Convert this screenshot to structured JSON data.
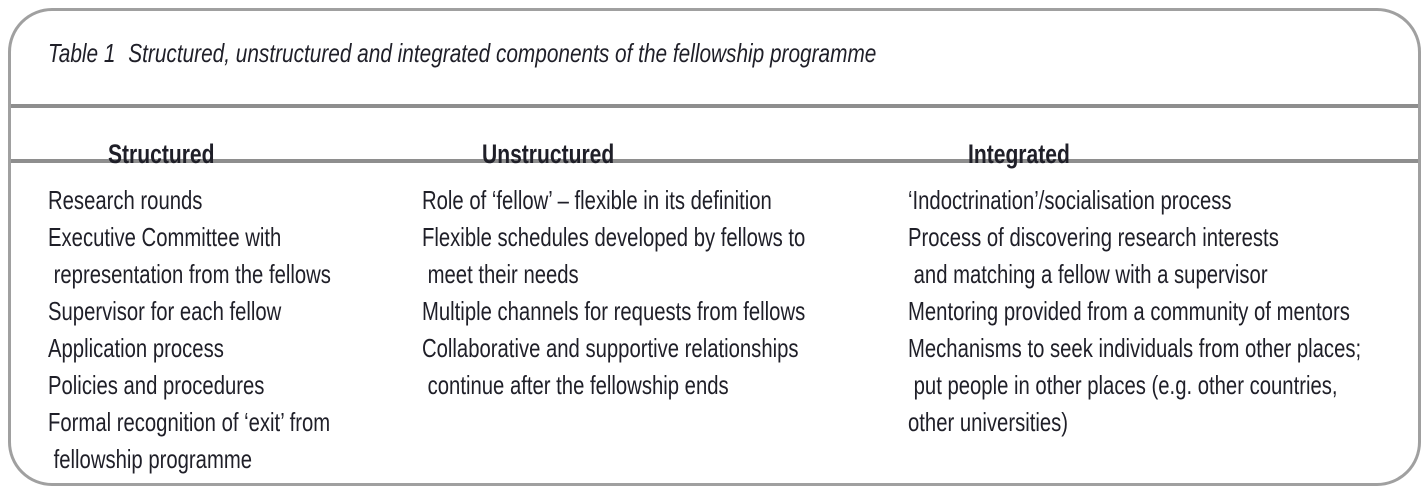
{
  "colors": {
    "text": "#1f1f28",
    "border": "#a0a0a0",
    "rule": "#8e8e8e",
    "background": "#ffffff"
  },
  "table": {
    "title_label": "Table 1",
    "title_text": "Structured, unstructured and integrated components of the fellowship programme",
    "columns": [
      {
        "header": "Structured",
        "items": [
          [
            "Research rounds"
          ],
          [
            "Executive Committee with",
            " representation from the fellows"
          ],
          [
            "Supervisor for each fellow"
          ],
          [
            "Application process"
          ],
          [
            "Policies and procedures"
          ],
          [
            "Formal recognition of ‘exit’ from",
            " fellowship programme"
          ]
        ]
      },
      {
        "header": "Unstructured",
        "items": [
          [
            "Role of ‘fellow’ – flexible in its definition"
          ],
          [
            "Flexible schedules developed by fellows to",
            " meet their needs"
          ],
          [
            "Multiple channels for requests from fellows"
          ],
          [
            "Collaborative and supportive relationships",
            " continue after the fellowship ends"
          ]
        ]
      },
      {
        "header": "Integrated",
        "items": [
          [
            "‘Indoctrination’/socialisation process"
          ],
          [
            "Process of discovering research interests",
            " and matching a fellow with a supervisor"
          ],
          [
            "Mentoring provided from a community of mentors"
          ],
          [
            "Mechanisms to seek individuals from other places;",
            " put people in other places (e.g. other countries,",
            "other universities)"
          ]
        ]
      }
    ]
  }
}
